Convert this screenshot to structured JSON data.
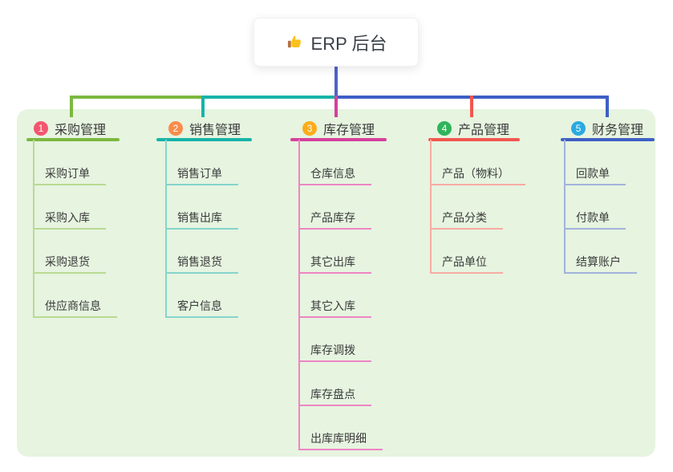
{
  "root": {
    "icon": "thumbs-up",
    "title": "ERP 后台"
  },
  "panel": {
    "background": "#e6f4e0"
  },
  "connector": {
    "root_line_color": "#4f63c5"
  },
  "branches": [
    {
      "badge": "1",
      "title": "采购管理",
      "badge_color": "#f4566f",
      "line_color": "#7cb840",
      "child_line_color": "#b9da92",
      "children": [
        "采购订单",
        "采购入库",
        "采购退货",
        "供应商信息"
      ]
    },
    {
      "badge": "2",
      "title": "销售管理",
      "badge_color": "#f98c4c",
      "line_color": "#17b3a9",
      "child_line_color": "#85d4cc",
      "children": [
        "销售订单",
        "销售出库",
        "销售退货",
        "客户信息"
      ]
    },
    {
      "badge": "3",
      "title": "库存管理",
      "badge_color": "#fbac1b",
      "line_color": "#d6409c",
      "child_line_color": "#ee85c3",
      "children": [
        "仓库信息",
        "产品库存",
        "其它出库",
        "其它入库",
        "库存调拨",
        "库存盘点",
        "出库库明细"
      ]
    },
    {
      "badge": "4",
      "title": "产品管理",
      "badge_color": "#2eb55a",
      "line_color": "#f2564f",
      "child_line_color": "#f8aba4",
      "children": [
        "产品（物料）",
        "产品分类",
        "产品单位"
      ]
    },
    {
      "badge": "5",
      "title": "财务管理",
      "badge_color": "#2aa9e2",
      "line_color": "#3e5fc6",
      "child_line_color": "#a3b2dd",
      "children": [
        "回款单",
        "付款单",
        "结算账户"
      ]
    }
  ]
}
